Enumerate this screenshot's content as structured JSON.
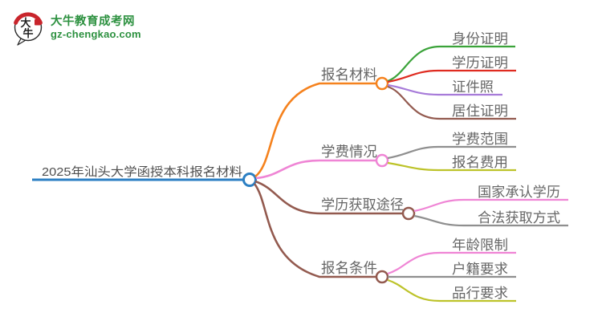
{
  "logo": {
    "icon_chars_top": "大",
    "icon_chars_bottom": "牛",
    "title": "大牛教育成考网",
    "domain": "gz-chengkao.com",
    "brand_green": "#2d9140",
    "seal_red": "#c9252c"
  },
  "root": {
    "label": "2025年汕头大学函授本科报名材料",
    "color": "#2b7fc3"
  },
  "branches": [
    {
      "label": "报名材料",
      "color": "#f5821e",
      "children": [
        {
          "label": "身份证明",
          "color": "#3ba33a"
        },
        {
          "label": "学历证明",
          "color": "#df2b20"
        },
        {
          "label": "证件照",
          "color": "#a77bd9"
        },
        {
          "label": "居住证明",
          "color": "#935a4f"
        }
      ]
    },
    {
      "label": "学费情况",
      "color": "#ef85d5",
      "children": [
        {
          "label": "学费范围",
          "color": "#8f8f8f"
        },
        {
          "label": "报名费用",
          "color": "#bdc32a"
        }
      ]
    },
    {
      "label": "学历获取途径",
      "color": "#935a4f",
      "children": [
        {
          "label": "国家承认学历",
          "color": "#ef85d5"
        },
        {
          "label": "合法获取方式",
          "color": "#8f8f8f"
        }
      ]
    },
    {
      "label": "报名条件",
      "color": "#935a4f",
      "children": [
        {
          "label": "年龄限制",
          "color": "#ef85d5"
        },
        {
          "label": "户籍要求",
          "color": "#8f8f8f"
        },
        {
          "label": "品行要求",
          "color": "#bdc32a"
        }
      ]
    }
  ]
}
